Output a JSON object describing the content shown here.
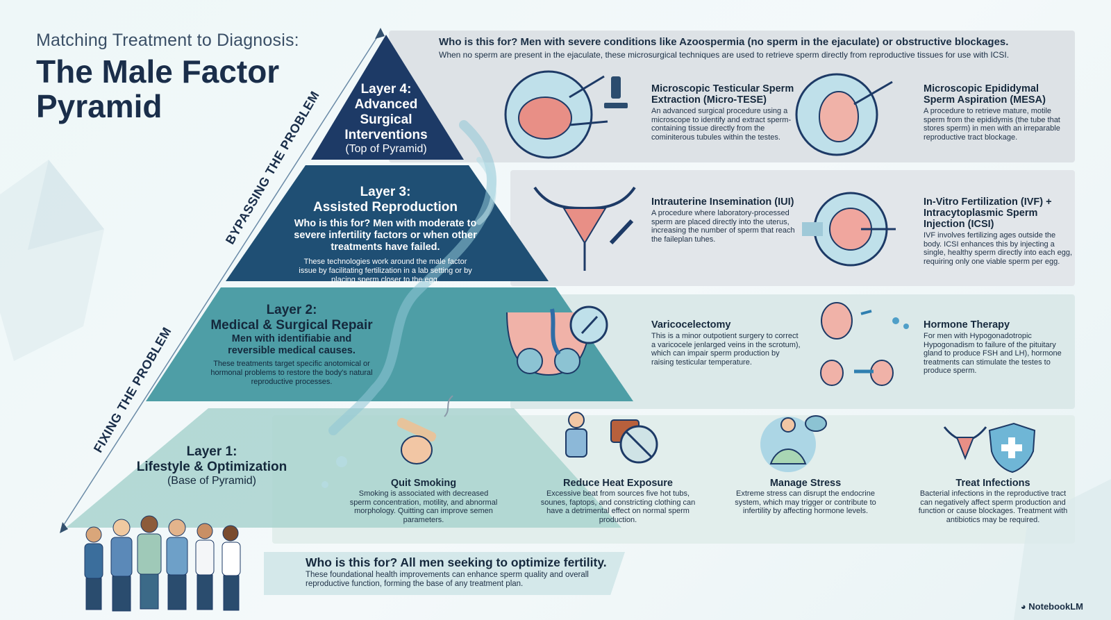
{
  "header": {
    "subtitle": "Matching Treatment to Diagnosis:",
    "title": "The Male Factor Pyramid"
  },
  "sides": {
    "top": "BYPASSING THE PROBLEM",
    "bottom": "FIXING THE PROBLEM"
  },
  "layer4": {
    "label": "Layer 4:",
    "name": "Advanced Surgical Interventions",
    "position": "(Top of Pyramid)",
    "who": "Who is this for? Men with severe conditions like Azoospermia (no sperm in the ejaculate) or obstructive blockages.",
    "description": "When no sperm are present in the ejaculate, these microsurgical techniques are used to retrieve sperm directly from reproductive tissues for use with ICSI.",
    "treatments": [
      {
        "title": "Microscopic Testicular Sperm Extraction (Micro-TESE)",
        "text": "An advanced surgical procedure using a microscope to identify and extract sperm-containing tissue directly from the cominiterous tubules within the testes."
      },
      {
        "title": "Microscopic Epididymal Sperm Aspiration (MESA)",
        "text": "A procedure to retrieve mature, motile sperm from the epididymis (the tube that stores sperm) in men with an irreparable reproductive tract blockage."
      }
    ]
  },
  "layer3": {
    "label": "Layer 3:",
    "name": "Assisted Reproduction",
    "who": "Who is this for? Men with moderate to severe infertility factors or when other treatments have failed.",
    "description": "These technologies work around the male factor issue by facilitating fertilization in a lab setting or by placing sperm closer to the egg.",
    "treatments": [
      {
        "title": "Intrauterine Insemination (IUI)",
        "text": "A procedure where laboratory-processed sperm are placed directly into the uterus, increasing the number of sperm that reach the faileplan tuhes."
      },
      {
        "title": "In-Vitro Fertilization (IVF) + Intracytoplasmic Sperm Injection (ICSI)",
        "text": "IVF involves fertilizing ages outside the body. ICSI enhances this by injecting a single, healthy sperm directly into each egg, requiring only one viable sperm per egg."
      }
    ]
  },
  "layer2": {
    "label": "Layer 2:",
    "name": "Medical & Surgical Repair",
    "who": "Men with identifiabie and reversible medical causes.",
    "description": "These treatments target specific anotomical or hormonal problems to restore the body's natural reproductive processes.",
    "treatments": [
      {
        "title": "Varicocelectomy",
        "text": "This is a minor outpotient surgery to correct a varicocele jenlarged veins in the scrotum), which can impair sperm production by raising testicular temperature."
      },
      {
        "title": "Hormone Therapy",
        "text": "For men with Hypogonadotropic Hypogonadism to failure of the pituitary gland to produce FSH and LH), hormone treatments can stimulate the testes to produce sperm."
      }
    ]
  },
  "layer1": {
    "label": "Layer 1:",
    "name": "Lifestyle & Optimization",
    "position": "(Base of Pyramid)",
    "who": "Who is this for? All men seeking to optimize fertility.",
    "description": "These foundational health improvements can enhance sperm quality and overall reproductive function, forming the base of any treatment plan.",
    "treatments": [
      {
        "title": "Quit Smoking",
        "text": "Smoking is associated with decreased sperm concentration, motility, and abnormal morphology. Quitting can improve semen parameters."
      },
      {
        "title": "Reduce Heat Exposure",
        "text": "Excessive beat from sources five hot tubs, sounes, faptops, and constricting clothing can have a detrimental effect on normal sperm production."
      },
      {
        "title": "Manage Stress",
        "text": "Extreme stress can disrupt the endocrine system, which may trigger or contribute to infertility by affecting hormone levels."
      },
      {
        "title": "Treat Infections",
        "text": "Bacterial infections in the reproductive tract can negatively affect sperm production and function or cause blockages. Treatment with antibiotics may be required."
      }
    ]
  },
  "brand": "NotebookLM",
  "colors": {
    "layer4": "#1d3a66",
    "layer3": "#1f4f74",
    "layer2": "#4e9ea6",
    "layer1": "#a9d4cf",
    "ink": "#1b2f45"
  }
}
